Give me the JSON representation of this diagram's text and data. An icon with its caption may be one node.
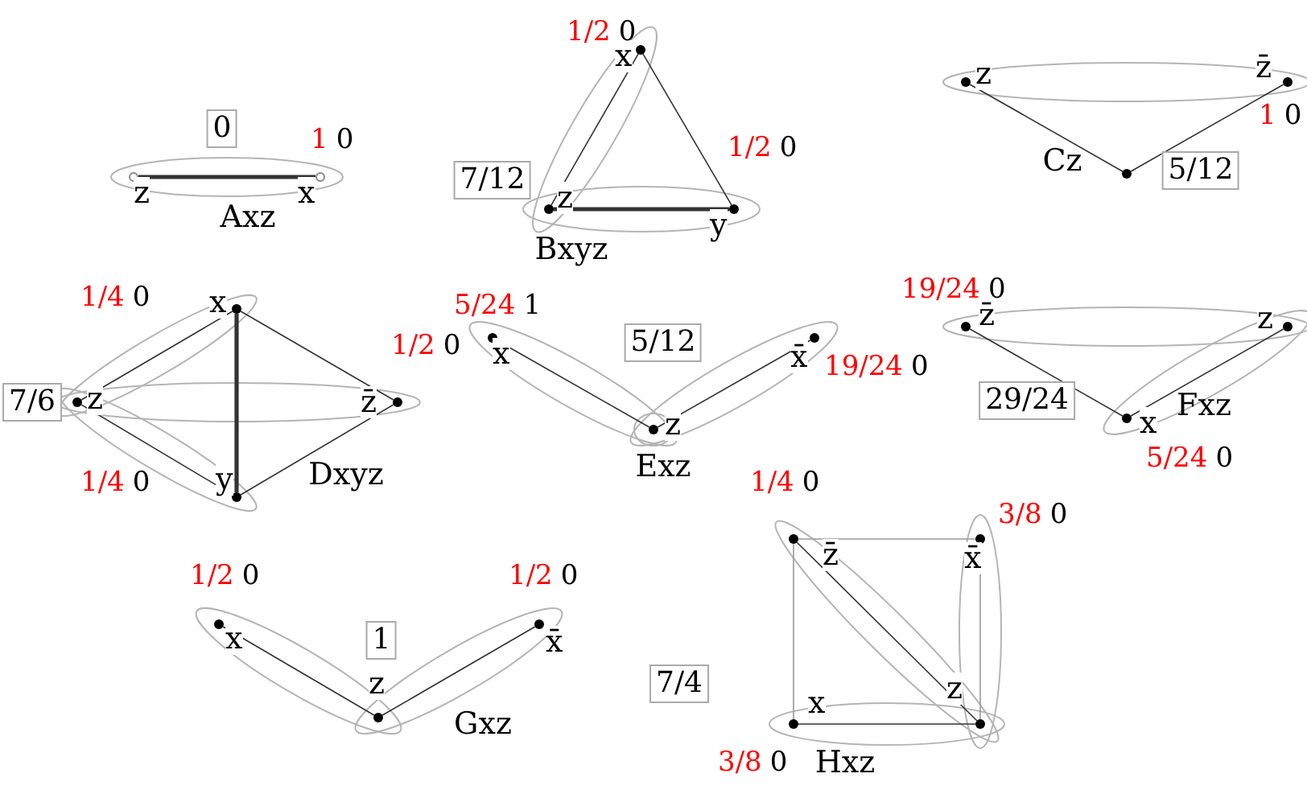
{
  "diagram": {
    "nodes": [
      {
        "text": [
          "0"
        ]
      },
      {
        "text": [
          "z"
        ]
      },
      {
        "text": [
          "x"
        ],
        "beside": [
          "1",
          "0"
        ]
      },
      {
        "text": [
          "7/12"
        ]
      },
      {
        "text": [
          "x"
        ],
        "beside": [
          "1/2",
          "0"
        ]
      },
      {
        "text": [
          "y"
        ],
        "beside": [
          "1/2",
          "0"
        ]
      },
      {
        "text": [
          "z"
        ]
      },
      {
        "text": [
          "z"
        ]
      },
      {
        "text": [
          "z̄"
        ],
        "beside": [
          "1",
          "0"
        ]
      },
      {
        "text": [
          "5/12"
        ]
      },
      {
        "text": [],
        "shape": "circle"
      },
      {
        "text": [
          "7/6"
        ]
      },
      {
        "text": [
          "x"
        ],
        "beside": [
          "1/4",
          "0"
        ]
      },
      {
        "text": [
          "z"
        ]
      },
      {
        "text": [
          "z̄"
        ],
        "beside": [
          "1/2",
          "0"
        ]
      },
      {
        "text": [
          "y"
        ],
        "beside": [
          "1/4",
          "0"
        ]
      },
      {
        "text": [
          "x"
        ],
        "beside": [
          "5/24",
          "1"
        ]
      },
      {
        "text": [
          "5/12"
        ]
      },
      {
        "text": [
          "x̄"
        ],
        "beside": [
          "19/24",
          "0"
        ]
      },
      {
        "text": [
          "z"
        ]
      },
      {
        "text": [
          "z̄"
        ],
        "beside": [
          "19/24",
          "0"
        ]
      },
      {
        "text": [
          "z"
        ]
      },
      {
        "text": [
          "29/24"
        ]
      },
      {
        "text": [
          "x"
        ],
        "beside": [
          "5/24",
          "0"
        ]
      },
      {
        "text": [
          "x"
        ],
        "beside": [
          "1/2",
          "0"
        ]
      },
      {
        "text": [
          "1"
        ]
      },
      {
        "text": [
          "z"
        ]
      },
      {
        "text": [
          "x̄"
        ],
        "beside": [
          "1/2",
          "0"
        ]
      },
      {
        "text": [
          "z̄"
        ],
        "beside": [
          "1/4",
          "0"
        ]
      },
      {
        "text": [
          "x̄"
        ],
        "beside": [
          "3/8",
          "0"
        ]
      },
      {
        "text": [
          "7/4"
        ]
      },
      {
        "text": [
          "x"
        ],
        "beside": [
          "3/8",
          "0"
        ]
      },
      {
        "text": [
          "z"
        ]
      }
    ],
    "edges": [
      {
        "from": 1,
        "to": 2,
        "arrow": "none",
        "style": "thick"
      },
      {
        "from": 4,
        "to": 6,
        "arrow": "none"
      },
      {
        "from": 4,
        "to": 5,
        "arrow": "none"
      },
      {
        "from": 6,
        "to": 5,
        "arrow": "none",
        "style": "thick"
      },
      {
        "from": 7,
        "to": 10,
        "arrow": "none"
      },
      {
        "from": 10,
        "to": 8,
        "arrow": "none"
      },
      {
        "from": 13,
        "to": 12,
        "arrow": "none"
      },
      {
        "from": 13,
        "to": 15,
        "arrow": "none"
      },
      {
        "from": 12,
        "to": 15,
        "arrow": "none",
        "style": "thick"
      },
      {
        "from": 12,
        "to": 14,
        "arrow": "none"
      },
      {
        "from": 15,
        "to": 14,
        "arrow": "none"
      },
      {
        "from": 16,
        "to": 19,
        "arrow": "none"
      },
      {
        "from": 19,
        "to": 18,
        "arrow": "none"
      },
      {
        "from": 20,
        "to": 23,
        "arrow": "none"
      },
      {
        "from": 23,
        "to": 21,
        "arrow": "none"
      },
      {
        "from": 24,
        "to": 26,
        "arrow": "none"
      },
      {
        "from": 26,
        "to": 27,
        "arrow": "none"
      },
      {
        "from": 28,
        "to": 29,
        "arrow": "none",
        "color": "#999999"
      },
      {
        "from": 28,
        "to": 31,
        "arrow": "none",
        "color": "#999999"
      },
      {
        "from": 29,
        "to": 32,
        "arrow": "none",
        "color": "#999999"
      },
      {
        "from": 31,
        "to": 32,
        "arrow": "none"
      },
      {
        "from": 28,
        "to": 32,
        "arrow": "none"
      }
    ],
    "labels": [
      "Axz",
      "Bxyz",
      "Cz",
      "Dxyz",
      "Exz",
      "Fxz",
      "Gxz",
      "Hxz"
    ]
  }
}
